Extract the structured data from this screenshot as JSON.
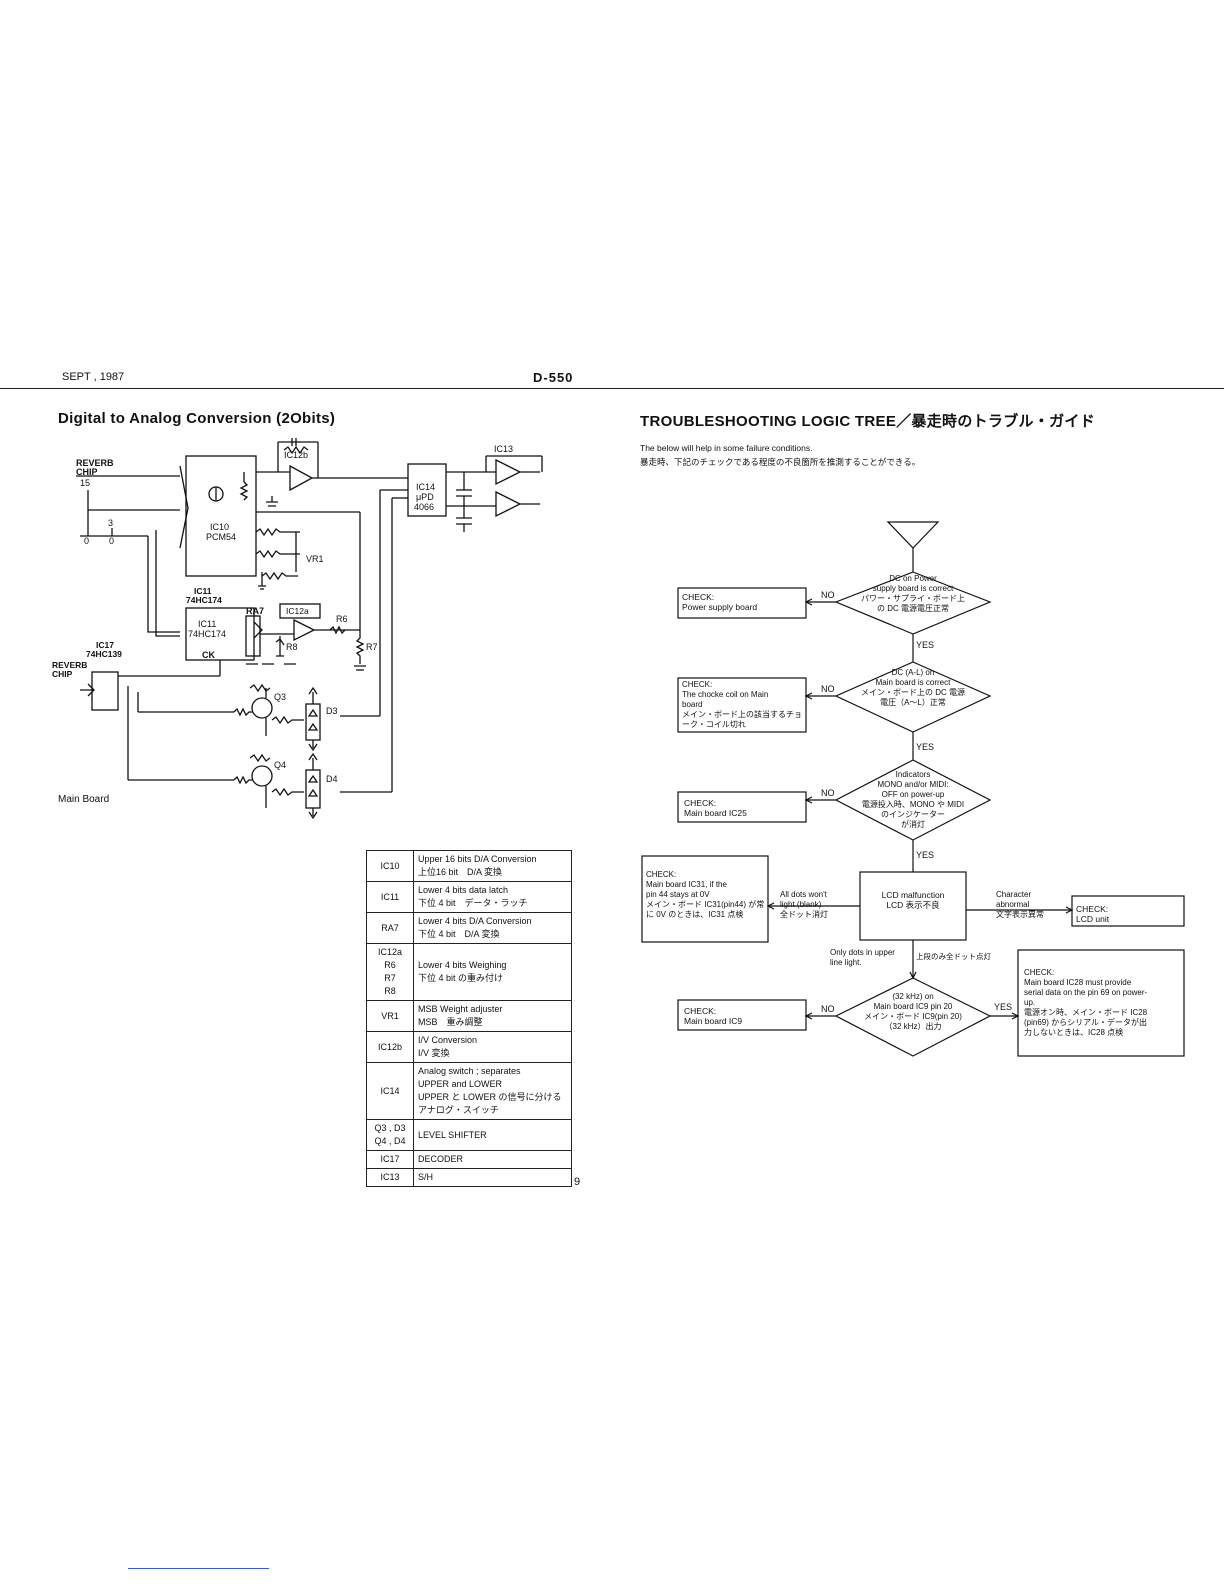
{
  "header": {
    "date": "SEPT , 1987",
    "model": "D-550"
  },
  "left": {
    "title": "Digital to Analog Conversion (2Obits)",
    "labels": {
      "reverb_chip": "REVERB\nCHIP",
      "pin15": "15",
      "pin3": "3",
      "pin0a": "0",
      "pin0b": "0",
      "ic12b": "IC12b",
      "ic13": "IC13",
      "ic10": "IC10\nPCM54",
      "ic14": "IC14\nμPD\n4066",
      "vr1": "VR1",
      "ic11_top": "IC11\n74HC174",
      "ic11_box": "IC11\n74HC174",
      "ck": "CK",
      "ra7": "RA7",
      "ic12a": "IC12a",
      "r6": "R6",
      "r7": "R7",
      "r8": "R8",
      "ic17": "IC17\n74HC139",
      "reverb_chip2": "REVERB\nCHIP",
      "q3": "Q3",
      "d3": "D3",
      "q4": "Q4",
      "d4": "D4",
      "main_board": "Main Board"
    },
    "table": [
      {
        "part": "IC10",
        "desc": [
          "Upper 16 bits D/A Conversion",
          "上位16 bit　D/A 変換"
        ]
      },
      {
        "part": "IC11",
        "desc": [
          "Lower 4 bits data latch",
          "下位 4 bit　データ・ラッチ"
        ]
      },
      {
        "part": "RA7",
        "desc": [
          "Lower 4 bits D/A Conversion",
          "下位 4 bit　D/A 変換"
        ]
      },
      {
        "part": "IC12a\nR6\nR7\nR8",
        "desc": [
          "Lower 4 bits Weighing",
          "下位 4 bit の重み付け"
        ]
      },
      {
        "part": "VR1",
        "desc": [
          "MSB Weight adjuster",
          "MSB　重み調整"
        ]
      },
      {
        "part": "IC12b",
        "desc": [
          "I/V Conversion",
          "I/V 変換"
        ]
      },
      {
        "part": "IC14",
        "desc": [
          "Analog switch ; separates",
          "UPPER and LOWER",
          "UPPER と LOWER の信号に分ける",
          "アナログ・スイッチ"
        ]
      },
      {
        "part": "Q3 , D3\nQ4 , D4",
        "desc": [
          "LEVEL SHIFTER"
        ]
      },
      {
        "part": "IC17",
        "desc": [
          "DECODER"
        ]
      },
      {
        "part": "IC13",
        "desc": [
          "S/H"
        ]
      }
    ]
  },
  "right": {
    "title": "TROUBLESHOOTING LOGIC TREE／暴走時のトラブル・ガイド",
    "intro_en": "The below will help in some failure conditions.",
    "intro_jp": "暴走時、下記のチェックである程度の不良箇所を推測することができる。",
    "nodes": {
      "d1": [
        "DC on Power",
        "supply board is correct",
        "パワー・サプライ・ボード上",
        "の DC 電源電圧正常"
      ],
      "c1": [
        "CHECK:",
        "Power supply board"
      ],
      "d2": [
        "DC (A-L) on",
        "Main board is correct",
        "メイン・ボード上の DC 電源",
        "電圧（A～L）正常"
      ],
      "c2": [
        "CHECK:",
        "The chocke coil on Main",
        "board",
        "メイン・ボード上の該当するチョ",
        "ーク・コイル切れ"
      ],
      "d3": [
        "Indicators",
        "MONO and/or MIDI:",
        "OFF on power-up",
        "電源投入時、MONO や MIDI",
        "のインジケーター",
        "が消灯"
      ],
      "c3": [
        "CHECK:",
        "Main board IC25"
      ],
      "lcd": [
        "LCD malfunction",
        "LCD 表示不良"
      ],
      "c4": [
        "CHECK:",
        "Main board IC31, if the",
        "pin 44 stays at 0V",
        "メイン・ボード IC31(pin44) が常",
        "に 0V のときは、IC31 点検"
      ],
      "all_dots": [
        "All dots won't",
        "light (blank)",
        "全ドット消灯"
      ],
      "char_ab": [
        "Character",
        "abnormal",
        "文字表示異常"
      ],
      "c5": [
        "CHECK:",
        "LCD unit"
      ],
      "only_dots": [
        "Only dots in upper",
        "line light."
      ],
      "only_dots_jp": "上段のみ全ドット点灯",
      "d4": [
        "(32 kHz) on",
        "Main board IC9 pin 20",
        "メイン・ボード IC9(pin 20)",
        "（32 kHz）出力"
      ],
      "c6": [
        "CHECK:",
        "Main board IC9"
      ],
      "c7": [
        "CHECK:",
        "Main board IC28 must provide",
        "serial data on the pin 69 on power-",
        "up.",
        "電源オン時、メイン・ボード IC28",
        "(pin69) からシリアル・データが出",
        "力しないときは、IC28 点検"
      ]
    },
    "edge_labels": {
      "no": "NO",
      "yes": "YES"
    }
  },
  "footer": {
    "page": "9"
  }
}
